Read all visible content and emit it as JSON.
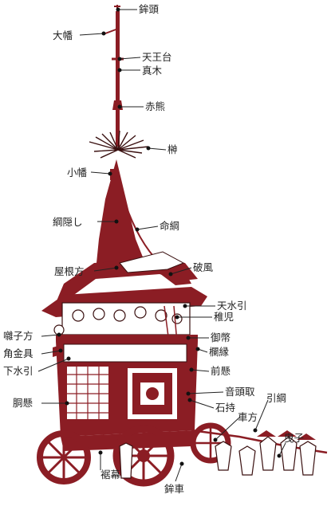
{
  "labels": {
    "hokogashira": "鉾頭",
    "ohata": "大幡",
    "tennodai": "天王台",
    "shingi": "真木",
    "akaguma": "赤熊",
    "sakaki": "榊",
    "kohata": "小幡",
    "amikakushi": "綱隠し",
    "inochizuna": "命綱",
    "yanekata": "屋根方",
    "hafu": "破風",
    "tensuihiki": "天水引",
    "chigo": "稚児",
    "gohei": "御幣",
    "hayashikata": "囃子方",
    "kadokanagu": "角金具",
    "rankan": "欄縁",
    "shitamizuhiki": "下水引",
    "maekake": "前懸",
    "ondotori": "音頭取",
    "dokake": "胴懸",
    "ishimochi": "石持",
    "hikizuna": "引綱",
    "kurumakata": "車方",
    "hikiko": "曳子",
    "susomaku": "裾幕",
    "hokoguruma": "鉾車"
  },
  "colors": {
    "main": "#8b1d24",
    "line": "#222222"
  }
}
